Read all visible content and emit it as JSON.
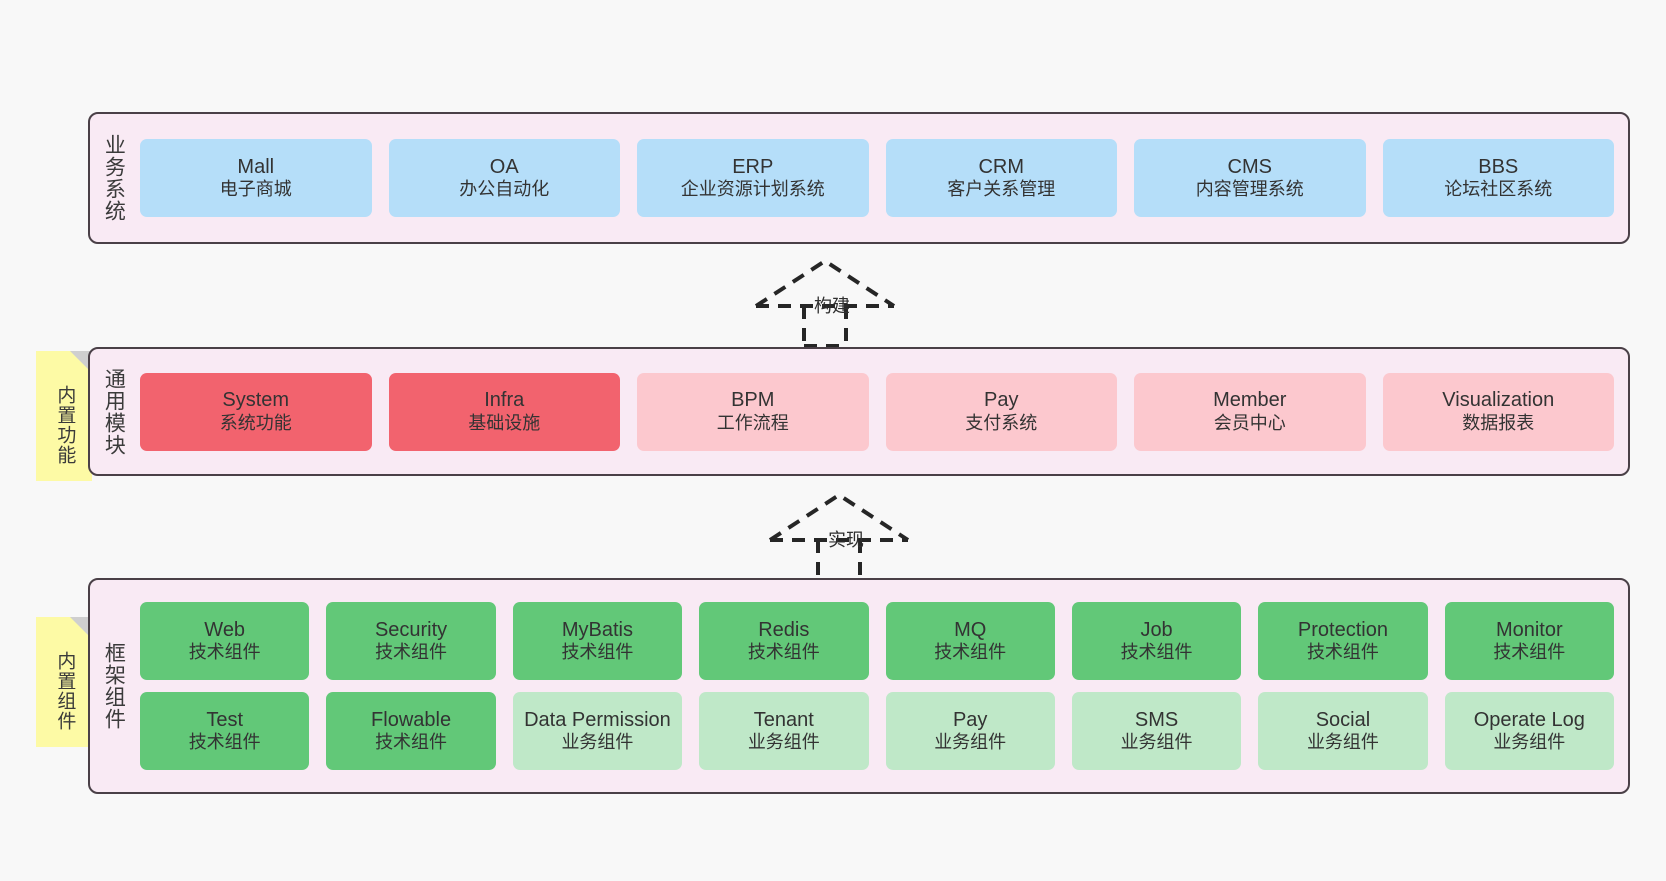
{
  "page": {
    "background": "#f8f8f8",
    "panel_fill": "#f9eaf4",
    "panel_border": "#4a4047"
  },
  "colors": {
    "blue": "#b5def9",
    "red": "#f2636e",
    "pink": "#fcc8ce",
    "green": "#62c878",
    "light_green": "#bfe8c8",
    "note_yellow": "#fdfaa5",
    "note_fold": "#cfcfcf",
    "text": "#333333"
  },
  "layers": {
    "business": {
      "label": "业务系统",
      "cards": [
        {
          "name": "Mall",
          "desc": "电子商城"
        },
        {
          "name": "OA",
          "desc": "办公自动化"
        },
        {
          "name": "ERP",
          "desc": "企业资源计划系统"
        },
        {
          "name": "CRM",
          "desc": "客户关系管理"
        },
        {
          "name": "CMS",
          "desc": "内容管理系统"
        },
        {
          "name": "BBS",
          "desc": "论坛社区系统"
        }
      ]
    },
    "common": {
      "label": "通用模块",
      "note": "内置功能",
      "cards": [
        {
          "name": "System",
          "desc": "系统功能",
          "style": "red"
        },
        {
          "name": "Infra",
          "desc": "基础设施",
          "style": "red"
        },
        {
          "name": "BPM",
          "desc": "工作流程",
          "style": "pink"
        },
        {
          "name": "Pay",
          "desc": "支付系统",
          "style": "pink"
        },
        {
          "name": "Member",
          "desc": "会员中心",
          "style": "pink"
        },
        {
          "name": "Visualization",
          "desc": "数据报表",
          "style": "pink"
        }
      ]
    },
    "framework": {
      "label": "框架组件",
      "note": "内置组件",
      "row1": [
        {
          "name": "Web",
          "desc": "技术组件",
          "style": "green"
        },
        {
          "name": "Security",
          "desc": "技术组件",
          "style": "green"
        },
        {
          "name": "MyBatis",
          "desc": "技术组件",
          "style": "green"
        },
        {
          "name": "Redis",
          "desc": "技术组件",
          "style": "green"
        },
        {
          "name": "MQ",
          "desc": "技术组件",
          "style": "green"
        },
        {
          "name": "Job",
          "desc": "技术组件",
          "style": "green"
        },
        {
          "name": "Protection",
          "desc": "技术组件",
          "style": "green"
        },
        {
          "name": "Monitor",
          "desc": "技术组件",
          "style": "green"
        }
      ],
      "row2": [
        {
          "name": "Test",
          "desc": "技术组件",
          "style": "green"
        },
        {
          "name": "Flowable",
          "desc": "技术组件",
          "style": "green"
        },
        {
          "name": "Data Permission",
          "desc": "业务组件",
          "style": "light_green"
        },
        {
          "name": "Tenant",
          "desc": "业务组件",
          "style": "light_green"
        },
        {
          "name": "Pay",
          "desc": "业务组件",
          "style": "light_green"
        },
        {
          "name": "SMS",
          "desc": "业务组件",
          "style": "light_green"
        },
        {
          "name": "Social",
          "desc": "业务组件",
          "style": "light_green"
        },
        {
          "name": "Operate Log",
          "desc": "业务组件",
          "style": "light_green"
        }
      ]
    }
  },
  "connectors": [
    {
      "label": "构建",
      "from": "common",
      "to": "business"
    },
    {
      "label": "实现",
      "from": "framework",
      "to": "common"
    }
  ]
}
